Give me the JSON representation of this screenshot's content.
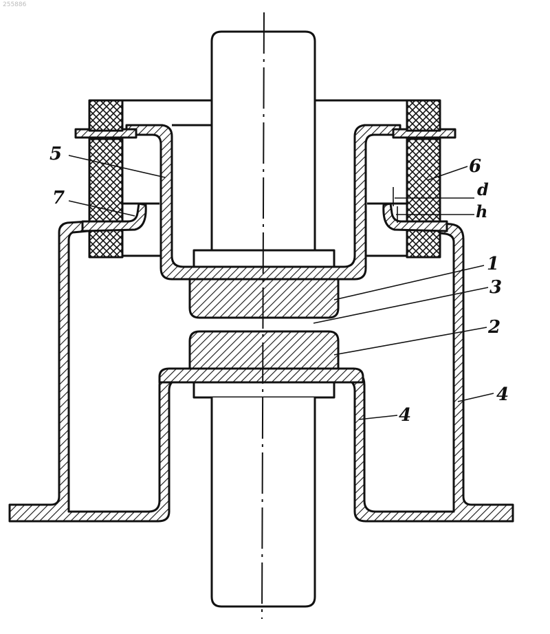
{
  "watermark": "255886",
  "labels": {
    "l1": "1",
    "l2": "2",
    "l3": "3",
    "l4a": "4",
    "l4b": "4",
    "l5": "5",
    "l6": "6",
    "l7": "7",
    "ld": "d",
    "lh": "h"
  },
  "colors": {
    "ink": "#111111",
    "paper": "#ffffff"
  }
}
